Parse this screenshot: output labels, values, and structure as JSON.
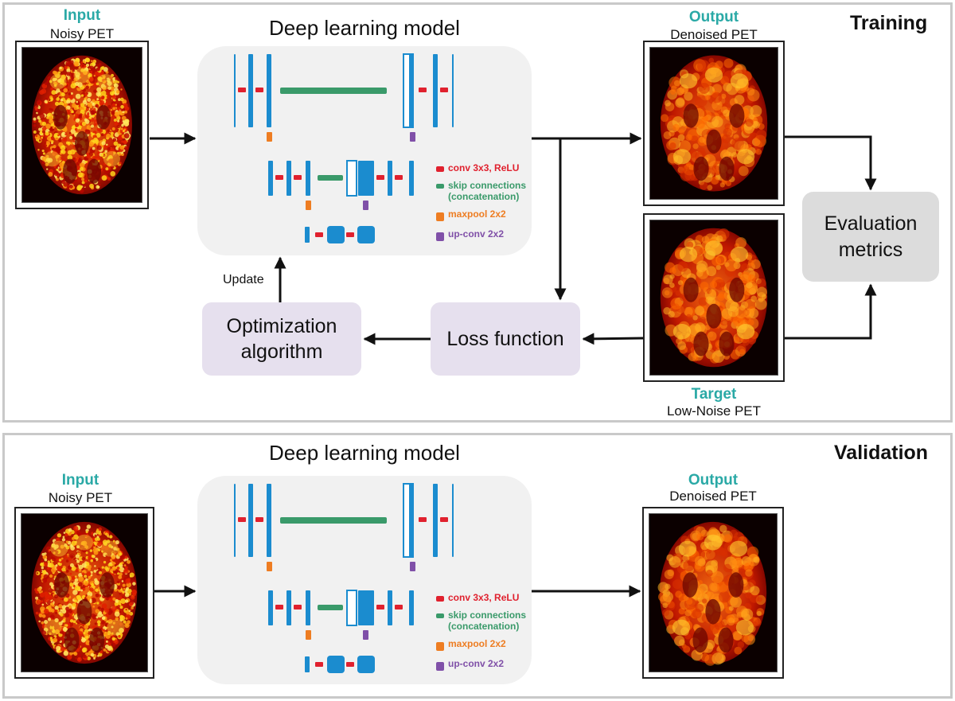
{
  "colors": {
    "teal": "#2aa9a6",
    "conv": "#e0212e",
    "skip": "#3a9a6a",
    "maxpool": "#ee7d22",
    "upconv": "#8050a8",
    "layer": "#1b8ccf",
    "model_bg": "#f1f1f1",
    "optim_bg": "#e6e0ee",
    "eval_bg": "#dcdcdc"
  },
  "training": {
    "title": "Training",
    "input": {
      "label": "Input",
      "sublabel": "Noisy PET"
    },
    "model_title": "Deep learning model",
    "output": {
      "label": "Output",
      "sublabel": "Denoised PET"
    },
    "target": {
      "label": "Target",
      "sublabel": "Low-Noise PET"
    },
    "evaluation": "Evaluation\nmetrics",
    "loss": "Loss function",
    "optimization": "Optimization\nalgorithm",
    "update": "Update"
  },
  "validation": {
    "title": "Validation",
    "input": {
      "label": "Input",
      "sublabel": "Noisy PET"
    },
    "model_title": "Deep learning model",
    "output": {
      "label": "Output",
      "sublabel": "Denoised PET"
    }
  },
  "legend": {
    "conv": "conv 3x3, ReLU",
    "skip": "skip connections\n(concatenation)",
    "maxpool": "maxpool 2x2",
    "upconv": "up-conv 2x2"
  },
  "icons": {
    "pet_image": "brain-pet-scan-image",
    "arrow": "arrow-right-icon"
  }
}
